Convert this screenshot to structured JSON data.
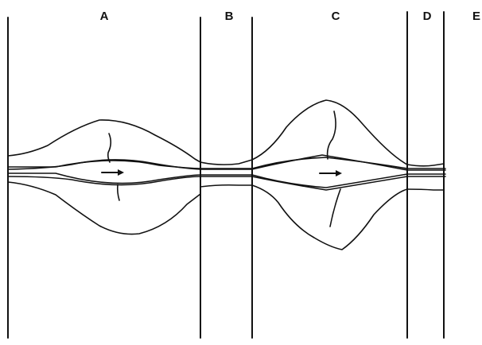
{
  "diagram": {
    "zone_labels": [
      "A",
      "B",
      "C",
      "D",
      "E"
    ],
    "flow_direction": "left-to-right",
    "ink_color": "#111111",
    "background_color": "#ffffff"
  }
}
